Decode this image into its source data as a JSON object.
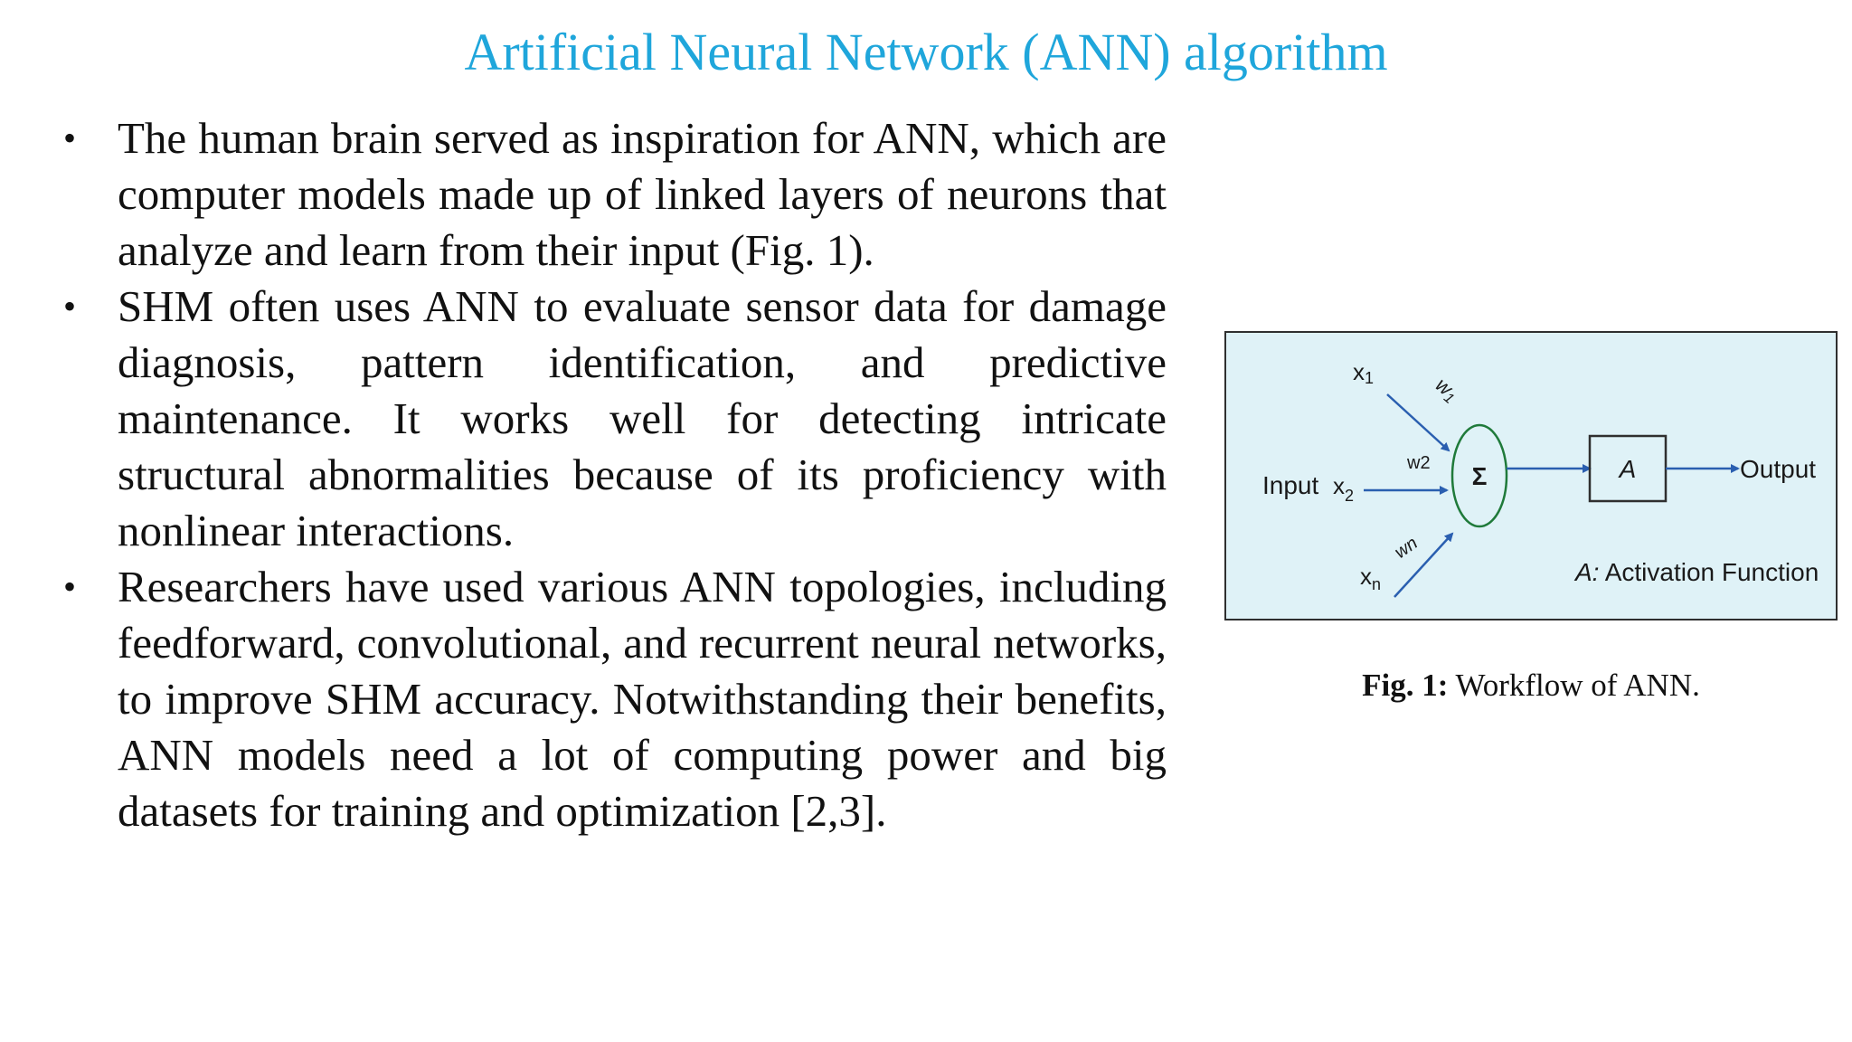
{
  "title": "Artificial Neural Network (ANN) algorithm",
  "bullets": [
    "The human brain served as inspiration for ANN, which are computer models made up of linked layers of neurons that analyze and learn from their input (Fig. 1).",
    "SHM often uses ANN to evaluate sensor data for damage diagnosis, pattern identification, and predictive maintenance. It works well for detecting intricate structural abnormalities because of its proficiency with nonlinear interactions.",
    "Researchers have used various ANN topologies, including feedforward, convolutional, and recurrent neural networks, to improve SHM accuracy. Notwithstanding their benefits, ANN models need a lot of computing power and big datasets for training and optimization [2,3]."
  ],
  "bullet_symbol": "•",
  "figure": {
    "input_label": "Input",
    "x1": "x",
    "x1_sub": "1",
    "x2": "x",
    "x2_sub": "2",
    "xn": "x",
    "xn_sub": "n",
    "w1": "w",
    "w1_sub": "1",
    "w2": "w2",
    "wn": "wn",
    "sum_symbol": "Σ",
    "activation_symbol": "A",
    "output_label": "Output",
    "activation_label_prefix": "A:",
    "activation_label_text": " Activation Function",
    "background_color": "#dff2f7",
    "arrow_color": "#2a5fb0"
  },
  "caption": {
    "prefix": "Fig. 1:",
    "text": " Workflow of ANN."
  },
  "colors": {
    "title": "#1fa6db",
    "text": "#111111"
  }
}
